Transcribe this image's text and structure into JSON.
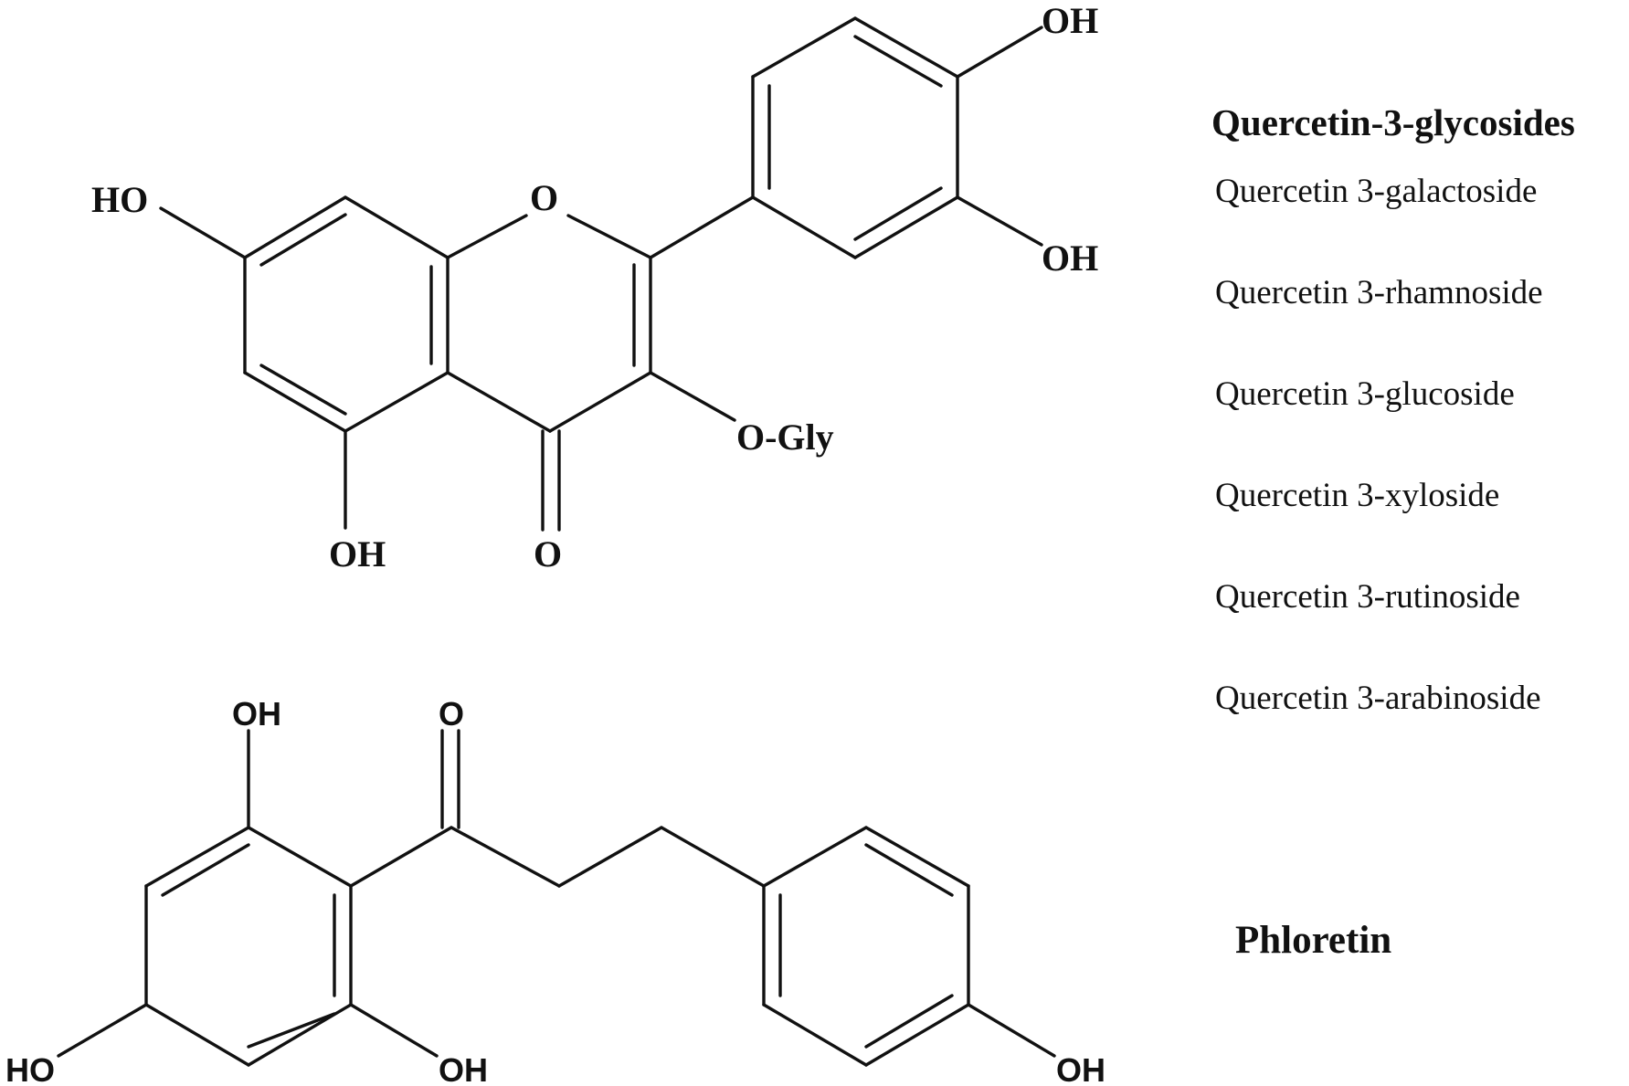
{
  "quercetin": {
    "heading": "Quercetin-3-glycosides",
    "glycosides": [
      "Quercetin 3-galactoside",
      "Quercetin 3-rhamnoside",
      "Quercetin 3-glucoside",
      "Quercetin 3-xyloside",
      "Quercetin 3-rutinoside",
      "Quercetin 3-arabinoside"
    ],
    "atom_labels": {
      "oh_4prime": "OH",
      "oh_3prime": "OH",
      "ho_7": "HO",
      "o_ring": "O",
      "o_gly": "O-Gly",
      "oh_5": "OH",
      "o_carbonyl": "O"
    }
  },
  "phloretin": {
    "heading": "Phloretin",
    "atom_labels": {
      "oh_top": "OH",
      "o_carbonyl": "O",
      "ho_left": "HO",
      "oh_bottom": "OH",
      "oh_right": "OH"
    }
  }
}
